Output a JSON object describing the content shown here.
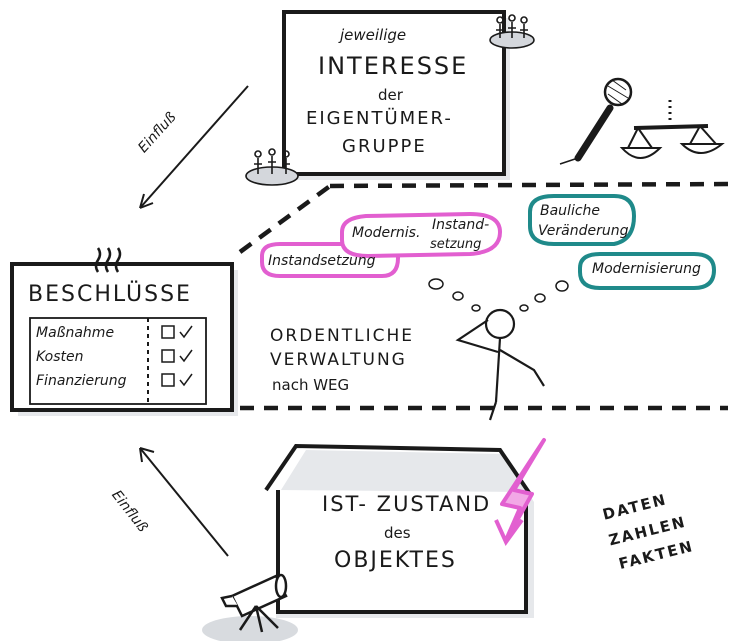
{
  "interests_box": {
    "line1": "jeweilige",
    "line2": "INTERESSE",
    "line3": "der",
    "line4": "EIGENTÜMER-",
    "line5": "GRUPPE"
  },
  "influence_top": "Einfluß",
  "influence_bottom": "Einfluß",
  "decisions_box": {
    "title": "BESCHLÜSSE",
    "rows": [
      {
        "label": "Maßnahme"
      },
      {
        "label": "Kosten"
      },
      {
        "label": "Finanzierung"
      }
    ]
  },
  "bubbles": {
    "pink_1": "Modernis.",
    "pink_2": "Instand-",
    "pink_3": "setzung",
    "pink_4": "Instandsetzung",
    "teal_1": "Bauliche",
    "teal_2": "Veränderung",
    "teal_3": "Modernisierung"
  },
  "management": {
    "line1": "ORDENTLICHE",
    "line2": "VERWALTUNG",
    "line3": "nach WEG"
  },
  "object_box": {
    "line1": "IST- ZUSTAND",
    "line2": "des",
    "line3": "OBJEKTES"
  },
  "facts": {
    "line1": "DATEN",
    "line2": "ZAHLEN",
    "line3": "FAKTEN"
  },
  "colors": {
    "ink": "#1a1a1a",
    "pink": "#e25fd0",
    "pink_fill": "#f2a8e6",
    "teal": "#1f8a8a",
    "grey": "#b8bcc4"
  },
  "icons": [
    "people-group-icon",
    "microphone-icon",
    "scales-icon",
    "heat-icon",
    "thinking-person-icon",
    "lightning-icon",
    "telescope-icon"
  ]
}
